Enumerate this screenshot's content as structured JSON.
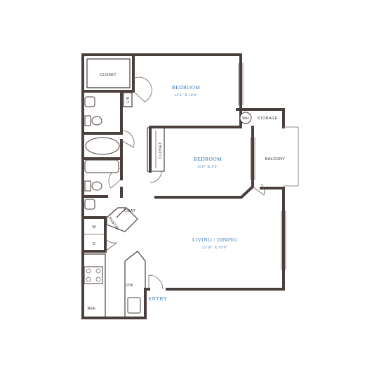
{
  "rooms": {
    "bedroom1": {
      "title": "BEDROOM",
      "dims": "14'4\" X 10'4\""
    },
    "bedroom2": {
      "title": "BEDROOM",
      "dims": "11'8\" X 9'6\""
    },
    "living": {
      "title": "LIVING / DINING",
      "dims": "12'10\" X 19'9\""
    }
  },
  "labels": {
    "closet_top": "CLOSET",
    "closet_mid": "CLOSET",
    "linen": "LIN",
    "wh": "WH",
    "storage": "STORAGE",
    "balcony": "BALCONY",
    "coat": "COAT",
    "pantry": "PANTRY",
    "washer": "W",
    "dryer": "D",
    "dishwasher": "DW",
    "ref": "REF.",
    "entry": "ENTRY"
  },
  "colors": {
    "wall": "#4a3f3c",
    "label_accent": "#2f76b5"
  }
}
